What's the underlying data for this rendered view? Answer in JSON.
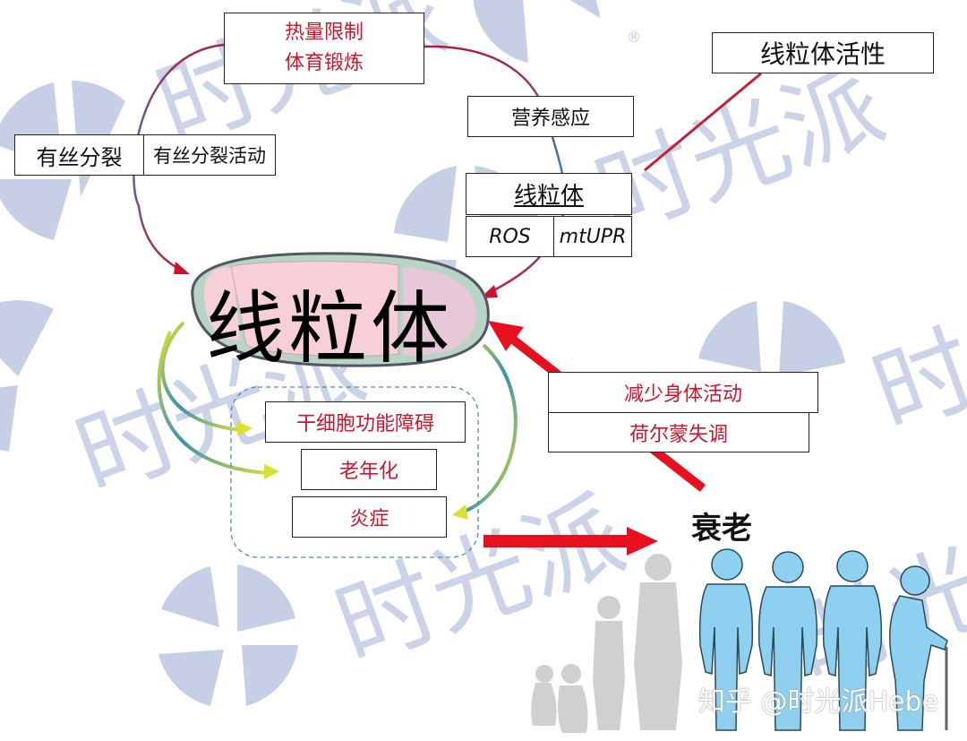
{
  "title_box": "线粒体活性",
  "interventions": {
    "line1": "热量限制",
    "line2": "体育锻炼"
  },
  "mitosis": {
    "label": "有丝分裂",
    "activity": "有丝分裂活动"
  },
  "nutrient_sensing": "营养感应",
  "mito_box": {
    "title": "线粒体",
    "cells": [
      "ROS",
      "mtUPR"
    ]
  },
  "mitochondrion_label": "线粒体",
  "outcomes": [
    "干细胞功能障碍",
    "老年化",
    "炎症"
  ],
  "aging_factors": [
    "减少身体活动",
    "荷尔蒙失调"
  ],
  "aging_label": "衰老",
  "watermark": {
    "text": "时光派",
    "registered": "®"
  },
  "credit": "知乎 @时光派Hebe",
  "colors": {
    "red_text": "#d0142c",
    "arrow_red": "#e8101e",
    "curve_red": "#b0203a",
    "curve_blue": "#3a78c0",
    "curve_yellow": "#d8e030",
    "watermark": "#b8c4e0",
    "figure_blue": "#8fd0f0",
    "figure_gray": "#c8c8c8",
    "mito_outer": "#b8d4c4",
    "mito_inner": "#f6d0d6"
  }
}
